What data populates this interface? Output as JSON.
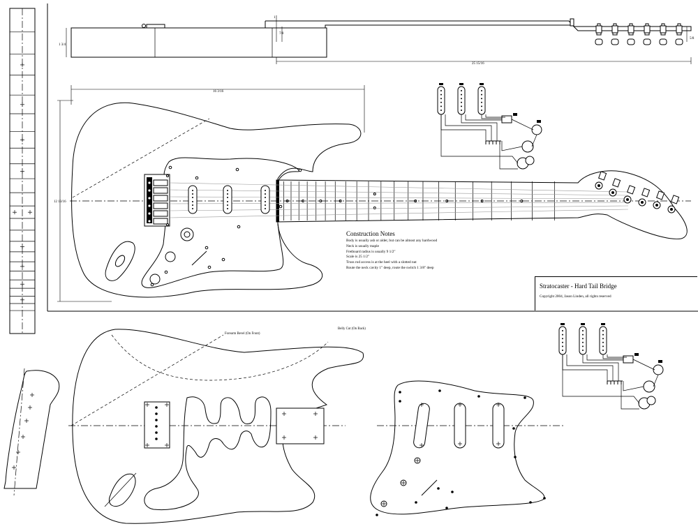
{
  "title_block": {
    "title": "Stratocaster - Hard Tail Bridge",
    "copyright": "Copyright 2004, Jason Linden, all rights reserved"
  },
  "notes": {
    "heading": "Construction Notes",
    "lines": [
      "Body is usually ash or alder, but can be almost any hardwood",
      "Neck is usually maple",
      "Fretboard radius is usually 9 1/2\"",
      "Scale is 25 1/2\"",
      "Truss rod access is at the heel with a slotted nut",
      "Route the neck cavity 1\" deep, route the switch 1 3/8\" deep"
    ]
  },
  "callouts": {
    "forearm_bevel": "Forearm Bevel (On Front)",
    "belly_cut": "Belly Cut (On Back)"
  },
  "dimensions": {
    "body_length": "16 3/16",
    "body_width": "12 13/16",
    "neck_length": "25 15/16",
    "body_thickness": "1 3/4",
    "neck_heel": "1",
    "headstock_thickness": "5/8",
    "neck_depth": "7/8"
  },
  "colors": {
    "line": "#000000",
    "background": "#ffffff"
  },
  "icons": [
    "fretboard-template",
    "side-profile",
    "body-outline",
    "pickguard",
    "headstock",
    "wiring-diagram",
    "pickup",
    "tuner",
    "hardtail-bridge",
    "input-jack"
  ]
}
